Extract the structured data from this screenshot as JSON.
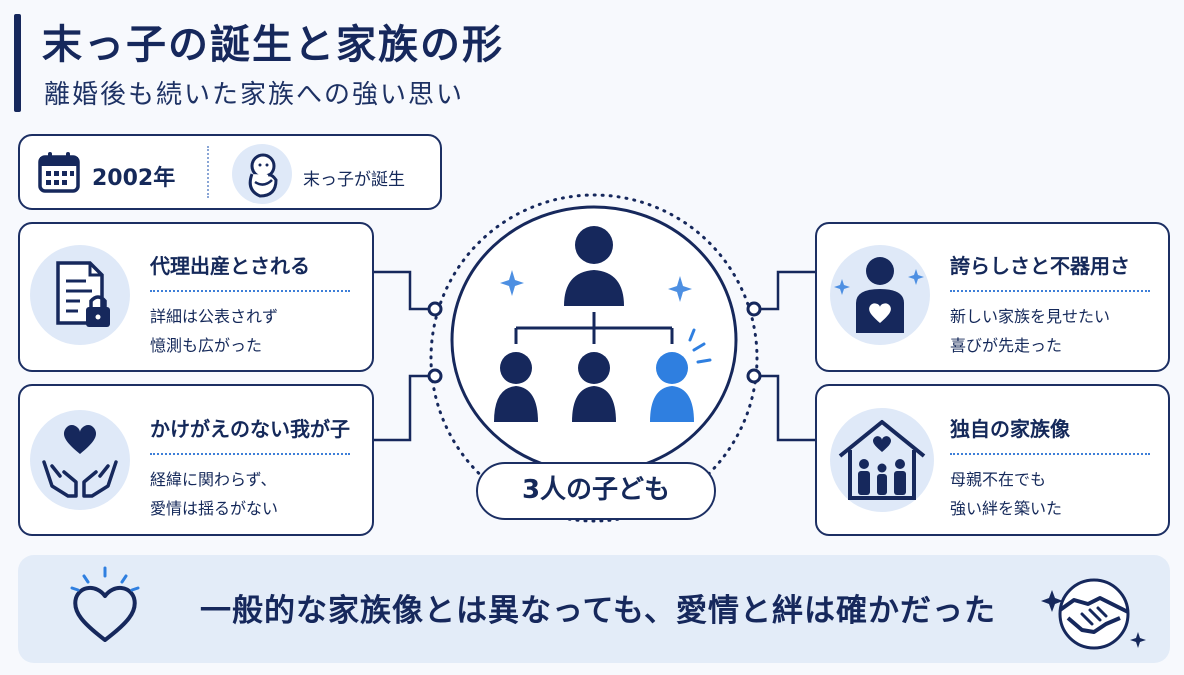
{
  "header": {
    "title": "末っ子の誕生と家族の形",
    "subtitle": "離婚後も続いた家族への強い思い"
  },
  "event": {
    "year": "2002年",
    "description": "末っ子が誕生"
  },
  "cards": [
    {
      "title": "代理出産とされる",
      "lines": [
        "詳細は公表されず",
        "憶測も広がった"
      ],
      "icon": "document-lock-icon"
    },
    {
      "title": "かけがえのない我が子",
      "lines": [
        "経緯に関わらず、",
        "愛情は揺るがない"
      ],
      "icon": "heart-hands-icon"
    },
    {
      "title": "誇らしさと不器用さ",
      "lines": [
        "新しい家族を見せたい",
        "喜びが先走った"
      ],
      "icon": "person-heart-icon"
    },
    {
      "title": "独自の家族像",
      "lines": [
        "母親不在でも",
        "強い絆を築いた"
      ],
      "icon": "family-house-icon"
    }
  ],
  "center": {
    "label": "3人の子ども",
    "icon": "family-tree-icon"
  },
  "banner": {
    "text": "一般的な家族像とは異なっても、愛情と絆は確かだった",
    "left_icon": "heart-outline-icon",
    "right_icon": "handshake-icon"
  },
  "colors": {
    "navy": "#16285c",
    "accent_blue": "#2f7fe0",
    "light_blue": "#dfe9f8"
  }
}
